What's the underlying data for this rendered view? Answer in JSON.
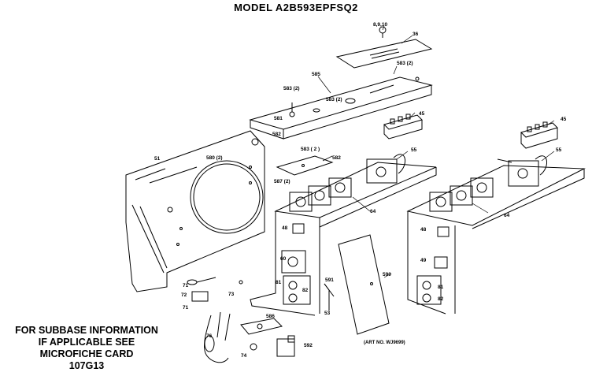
{
  "title": "MODEL A2B593EPFSQ2",
  "subbase_note": {
    "line1": "FOR SUBBASE INFORMATION",
    "line2": "IF APPLICABLE SEE",
    "line3": "MICROFICHE CARD",
    "line4": "107G13"
  },
  "art_no": "(ART NO. WJ9699)",
  "callouts": {
    "c1": "8,9,10",
    "c2": "36",
    "c3": "585",
    "c4": "583 (2)",
    "c5": "583 (2)",
    "c6": "583 (2)",
    "c7": "581",
    "c8": "45",
    "c9": "45",
    "c10": "583 ( 2 )",
    "c11": "582",
    "c12": "587 (2)",
    "c13": "55",
    "c14": "55",
    "c15": "51",
    "c16": "580 (2)",
    "c17": "64",
    "c18": "64",
    "c19": "48",
    "c20": "48",
    "c21": "81",
    "c22": "82",
    "c23": "81",
    "c24": "82",
    "c25": "60",
    "c26": "53",
    "c27": "591",
    "c28": "590",
    "c29": "71",
    "c30": "72",
    "c31": "71",
    "c32": "73",
    "c33": "76",
    "c34": "74",
    "c35": "586",
    "c36": "592",
    "c37": "49",
    "c38": "582"
  }
}
